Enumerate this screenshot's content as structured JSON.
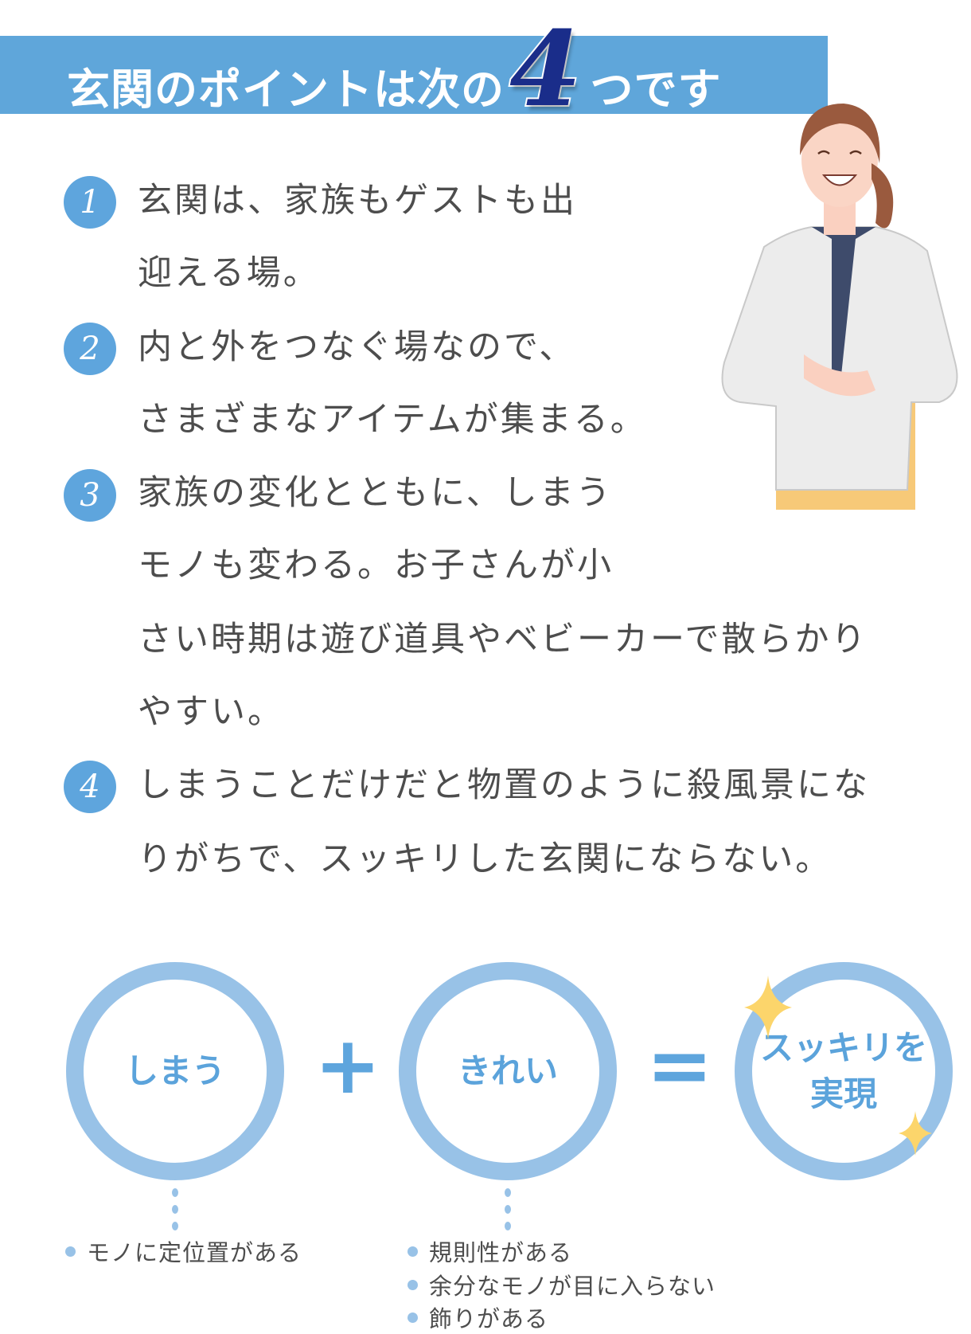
{
  "banner": {
    "title_before": "玄関のポイントは次の",
    "number": "4",
    "title_after": "つです"
  },
  "points": [
    {
      "number": "1",
      "lines": [
        "玄関は、家族もゲストも出",
        "迎える場。"
      ]
    },
    {
      "number": "2",
      "lines": [
        "内と外をつなぐ場なので、",
        "さまざまなアイテムが集まる。"
      ]
    },
    {
      "number": "3",
      "lines": [
        "家族の変化とともに、しまう",
        "モノも変わる。お子さんが小",
        "さい時期は遊び道具やベビーカーで散らかり",
        "やすい。"
      ]
    },
    {
      "number": "4",
      "lines": [
        "しまうことだけだと物置のように殺風景にな",
        "りがちで、スッキリした玄関にならない。"
      ]
    }
  ],
  "formula": {
    "circle1": "しまう",
    "plus": "+",
    "circle2": "きれい",
    "equals": "=",
    "result_line1": "スッキリを",
    "result_line2": "実現"
  },
  "notes": {
    "shimau": [
      "モノに定位置がある"
    ],
    "kirei": [
      "規則性がある",
      "余分なモノが目に入らない",
      "飾りがある"
    ]
  },
  "colors": {
    "banner": "#5fa6da",
    "accent": "#5ea5dd",
    "ring": "#98c2e7",
    "four": "#1a2d8a",
    "sparkle": "#fcd56b"
  }
}
